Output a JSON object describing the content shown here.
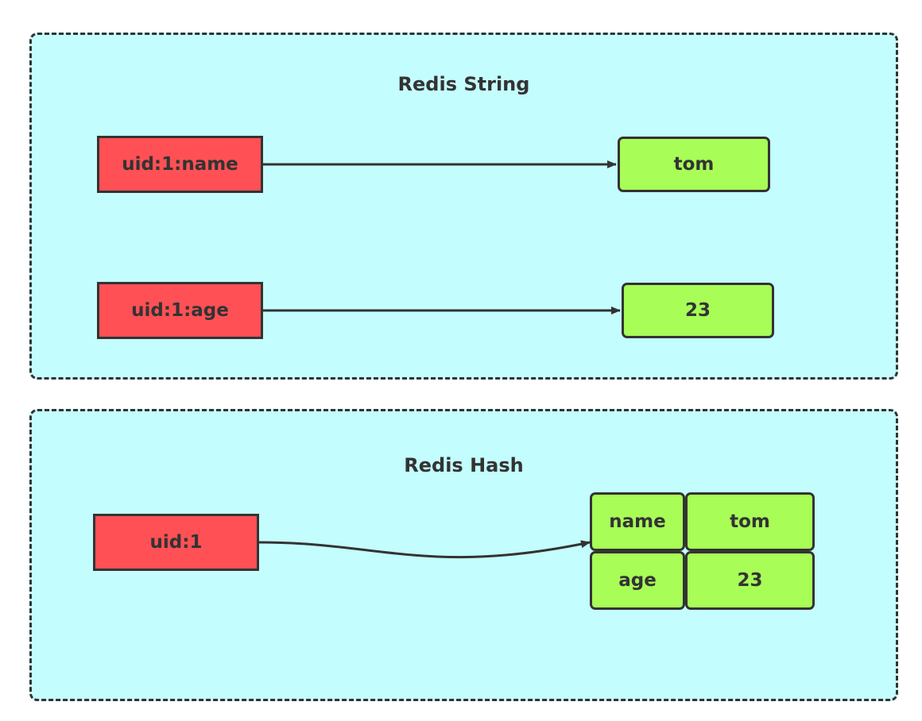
{
  "colors": {
    "panel_fill": "#c4fdfe",
    "key_fill": "#fe5055",
    "value_fill": "#a8fd57",
    "stroke": "#333333"
  },
  "string_panel": {
    "title": "Redis String",
    "entries": [
      {
        "key": "uid:1:name",
        "value": "tom"
      },
      {
        "key": "uid:1:age",
        "value": "23"
      }
    ]
  },
  "hash_panel": {
    "title": "Redis Hash",
    "key": "uid:1",
    "fields": [
      {
        "field": "name",
        "value": "tom"
      },
      {
        "field": "age",
        "value": "23"
      }
    ]
  }
}
